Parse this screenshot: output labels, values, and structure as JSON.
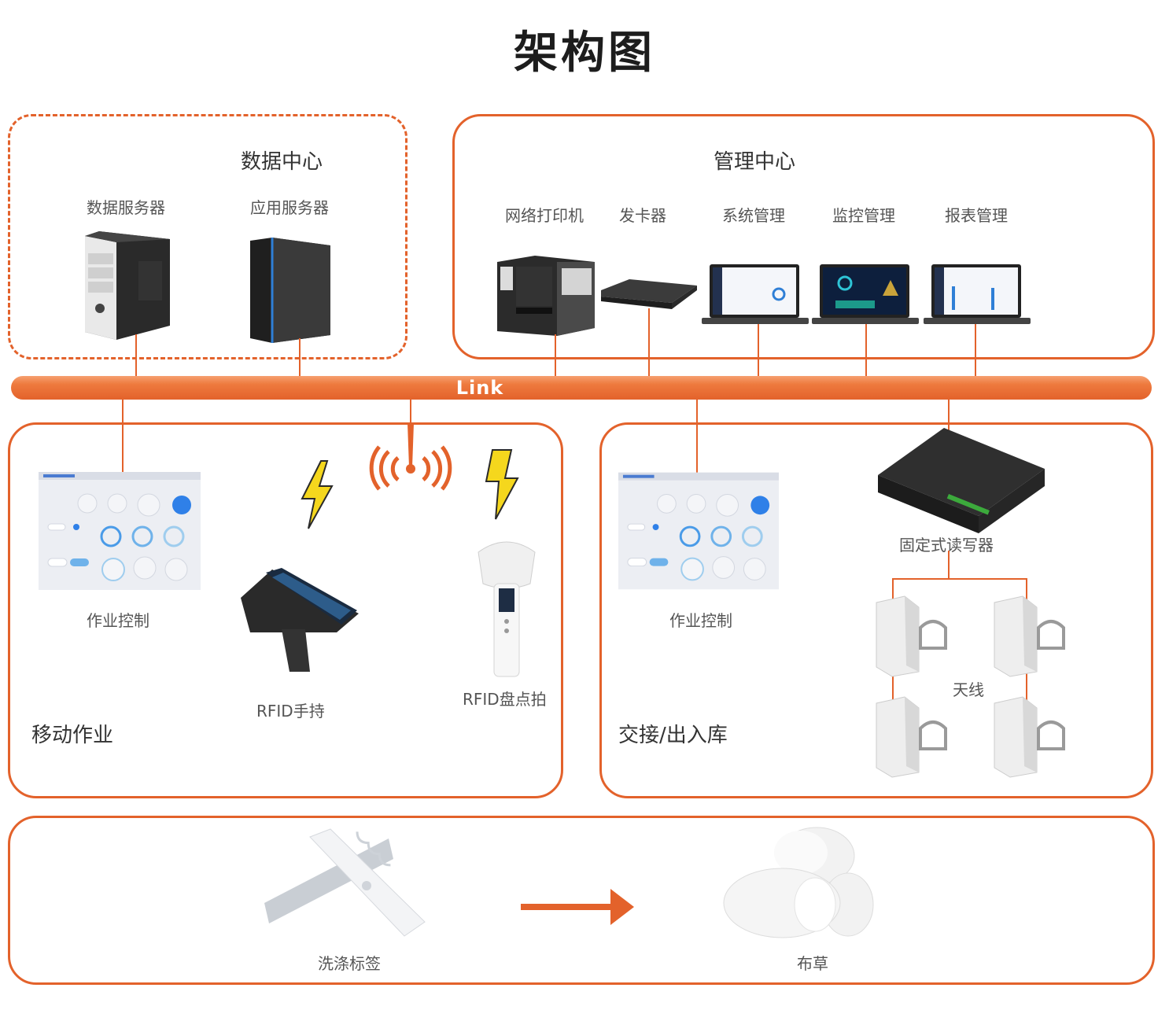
{
  "title": "架构图",
  "link": {
    "label": "Link"
  },
  "data_center": {
    "title": "数据中心",
    "items": [
      {
        "label": "数据服务器"
      },
      {
        "label": "应用服务器"
      }
    ]
  },
  "management_center": {
    "title": "管理中心",
    "items": [
      {
        "label": "网络打印机"
      },
      {
        "label": "发卡器"
      },
      {
        "label": "系统管理"
      },
      {
        "label": "监控管理"
      },
      {
        "label": "报表管理"
      }
    ]
  },
  "mobile": {
    "title": "移动作业",
    "items": [
      {
        "label": "作业控制"
      },
      {
        "label": "RFID手持"
      },
      {
        "label": "RFID盘点拍"
      }
    ]
  },
  "handover": {
    "title": "交接/出入库",
    "items": [
      {
        "label": "作业控制"
      },
      {
        "label": "固定式读写器"
      },
      {
        "label": "天线"
      }
    ]
  },
  "bottom": {
    "items": [
      {
        "label": "洗涤标签"
      },
      {
        "label": "布草"
      }
    ]
  },
  "colors": {
    "accent": "#e3622b",
    "bolt": "#f5d71d"
  }
}
